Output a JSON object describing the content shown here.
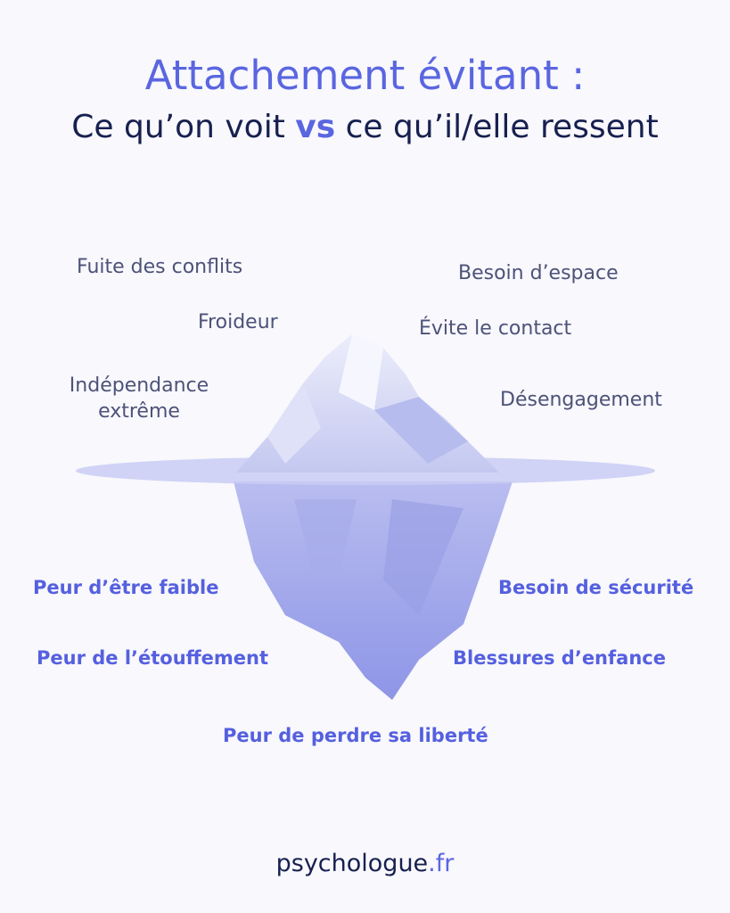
{
  "title": {
    "line1": "Attachement évitant :",
    "line2_a": "Ce qu’on voit ",
    "line2_vs": "vs",
    "line2_b": " ce qu’il/elle ressent"
  },
  "visible": [
    "Fuite des conflits",
    "Besoin d’espace",
    "Froideur",
    "Évite le contact",
    "Indépendance",
    "extrême",
    "Désengagement"
  ],
  "hidden": [
    "Peur d’être faible",
    "Besoin de sécurité",
    "Peur de l’étouffement",
    "Blessures d’enfance",
    "Peur de perdre sa liberté"
  ],
  "logo": {
    "name": "psychologue",
    "tld": ".fr"
  },
  "colors": {
    "accent": "#5a66e0",
    "dark": "#17204f",
    "background": "#f8f8fd"
  }
}
